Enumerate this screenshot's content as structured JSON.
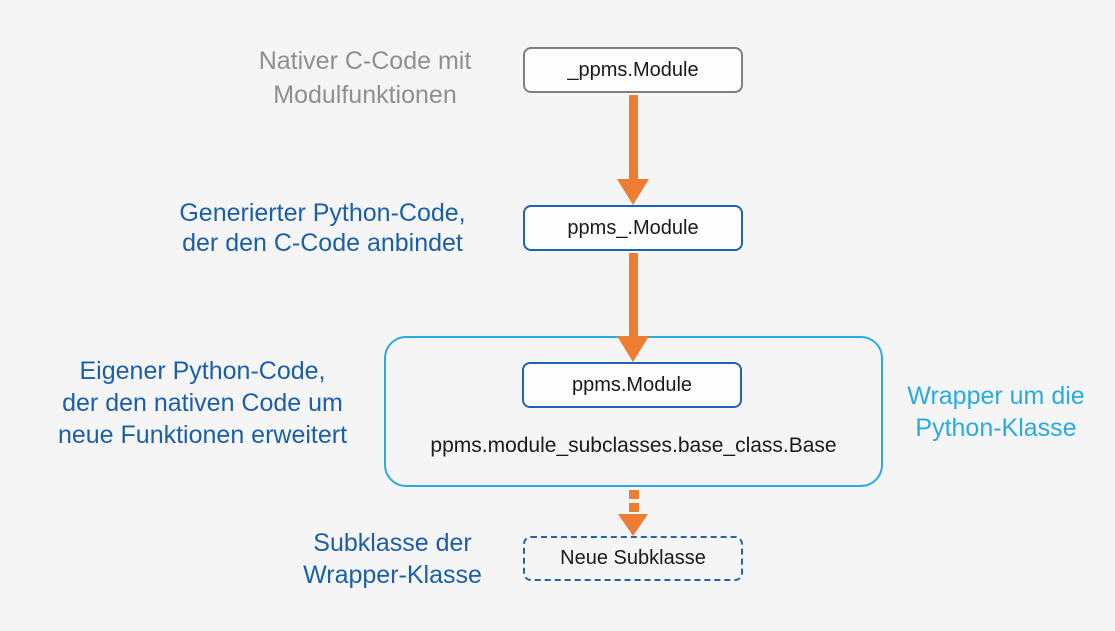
{
  "colors": {
    "background": "#f5f5f6",
    "orange": "#ed7d31",
    "gray_text": "#8f8f8f",
    "gray_border": "#7f7f7f",
    "blue_text": "#1b5faa",
    "blue_border": "#1e64ae",
    "cyan": "#29abe2",
    "box_fill": "#fdfdfe",
    "box_text": "#1a1a1a"
  },
  "nodes": {
    "native_module": {
      "label": "_ppms.Module"
    },
    "generated_module": {
      "label": "ppms_.Module"
    },
    "wrapper_module": {
      "label": "ppms.Module"
    },
    "wrapper_path": {
      "label": "ppms.module_subclasses.base_class.Base"
    },
    "subclass": {
      "label": "Neue Subklasse"
    }
  },
  "labels": {
    "native_c": {
      "lines": [
        "Nativer C-Code mit",
        "Modulfunktionen"
      ]
    },
    "generated_py": {
      "lines": [
        "Generierter Python-Code,",
        "der den C-Code anbindet"
      ]
    },
    "own_py": {
      "lines": [
        "Eigener Python-Code,",
        "der den nativen Code um",
        "neue Funktionen erweitert"
      ]
    },
    "wrapper": {
      "lines": [
        "Wrapper um die",
        "Python-Klasse"
      ]
    },
    "subclass": {
      "lines": [
        "Subklasse der",
        "Wrapper-Klasse"
      ]
    }
  }
}
